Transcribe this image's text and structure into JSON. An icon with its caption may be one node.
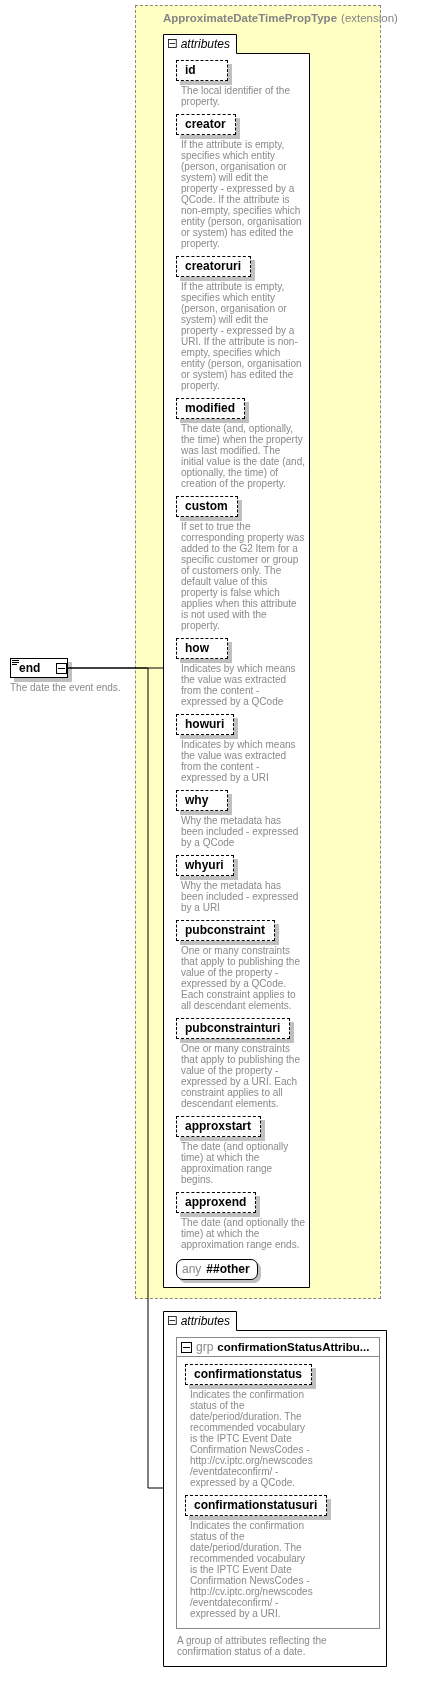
{
  "diagram": {
    "nodes": [
      {
        "text": [
          "end"
        ],
        "beside": [
          "The date the event ends."
        ]
      },
      {
        "text": [
          "ApproximateDateTimePropType",
          "(extension)"
        ]
      },
      {
        "text": [
          "attributes"
        ],
        "in": 1
      },
      {
        "text": [
          "id"
        ],
        "in": 2,
        "beside": [
          "The local identifier of the property."
        ]
      },
      {
        "text": [
          "creator"
        ],
        "in": 2,
        "beside": [
          "If the attribute is empty, specifies which entity (person, organisation or system) will edit the property - expressed by a QCode. If the attribute is non-empty, specifies which entity (person, organisation or system) has edited the property."
        ]
      },
      {
        "text": [
          "creatoruri"
        ],
        "in": 2,
        "beside": [
          "If the attribute is empty, specifies which entity (person, organisation or system) will edit the property - expressed by a URI. If the attribute is non-empty, specifies which entity (person, organisation or system) has edited the property."
        ]
      },
      {
        "text": [
          "modified"
        ],
        "in": 2,
        "beside": [
          "The date (and, optionally, the time) when the property was last modified. The initial value is the date (and, optionally, the time) of creation of the property."
        ]
      },
      {
        "text": [
          "custom"
        ],
        "in": 2,
        "beside": [
          "If set to true the corresponding property was added to the G2 Item for a specific customer or group of customers only. The default value of this property is false which applies when this attribute is not used with the property."
        ]
      },
      {
        "text": [
          "how"
        ],
        "in": 2,
        "beside": [
          "Indicates by which means the value was extracted from the content - expressed by a QCode"
        ]
      },
      {
        "text": [
          "howuri"
        ],
        "in": 2,
        "beside": [
          "Indicates by which means the value was extracted from the content - expressed by a URI"
        ]
      },
      {
        "text": [
          "why"
        ],
        "in": 2,
        "beside": [
          "Why the metadata has been included - expressed by a QCode"
        ]
      },
      {
        "text": [
          "whyuri"
        ],
        "in": 2,
        "beside": [
          "Why the metadata has been included - expressed by a URI"
        ]
      },
      {
        "text": [
          "pubconstraint"
        ],
        "in": 2,
        "beside": [
          "One or many constraints that apply to publishing the value of the property - expressed by a QCode. Each constraint applies to all descendant elements."
        ]
      },
      {
        "text": [
          "pubconstrainturi"
        ],
        "in": 2,
        "beside": [
          "One or many constraints that apply to publishing the value of the property - expressed by a URI. Each constraint applies to all descendant elements."
        ]
      },
      {
        "text": [
          "approxstart"
        ],
        "in": 2,
        "beside": [
          "The date (and optionally time) at which the approximation range begins."
        ]
      },
      {
        "text": [
          "approxend"
        ],
        "in": 2,
        "beside": [
          "The date (and optionally the time) at which the approximation range ends."
        ]
      },
      {
        "text": [
          "any",
          "##other"
        ],
        "in": 2
      },
      {
        "text": [
          "attributes"
        ]
      },
      {
        "text": [
          "grp",
          "confirmationStatusAttribu..."
        ],
        "in": 17,
        "beside": [
          "A group of attributes reflecting the confirmation status of a date."
        ]
      },
      {
        "text": [
          "confirmationstatus"
        ],
        "in": 18,
        "beside": [
          "Indicates the confirmation status of the date/period/duration. The recommended vocabulary is the IPTC Event Date Confirmation NewsCodes - http://cv.iptc.org/newscodes/eventdateconfirm/ - expressed by a QCode."
        ]
      },
      {
        "text": [
          "confirmationstatusuri"
        ],
        "in": 18,
        "beside": [
          "Indicates the confirmation status of the date/period/duration. The recommended vocabulary is the IPTC Event Date Confirmation NewsCodes - http://cv.iptc.org/newscodes/eventdateconfirm/ - expressed by a URI."
        ]
      }
    ],
    "edges": [
      {
        "from": 0,
        "to": 2,
        "arrow": "none"
      },
      {
        "from": 0,
        "to": 17,
        "arrow": "none"
      }
    ]
  }
}
